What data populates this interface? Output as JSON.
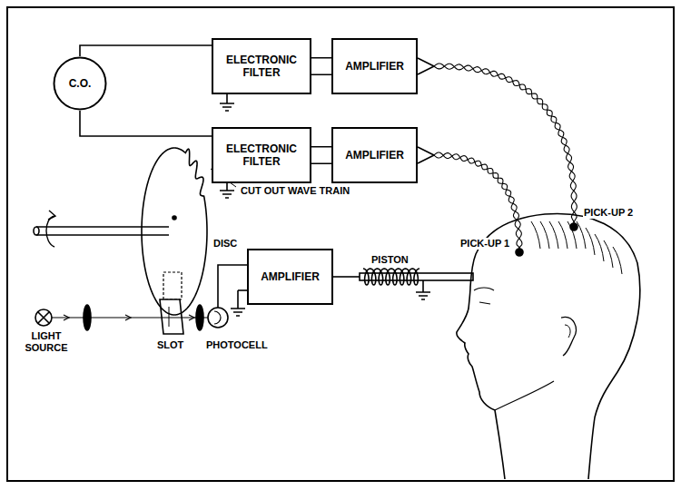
{
  "diagram": {
    "nodes": [
      {
        "text": [
          "C.O."
        ]
      },
      {
        "text": [
          "ELECTRONIC FILTER"
        ]
      },
      {
        "text": [
          "AMPLIFIER"
        ]
      },
      {
        "text": [
          "ELECTRONIC FILTER"
        ]
      },
      {
        "text": [
          "AMPLIFIER"
        ]
      },
      {
        "text": [
          "AMPLIFIER"
        ]
      }
    ],
    "edges": [
      {
        "from": 0,
        "to": 1,
        "arrow": "none"
      },
      {
        "from": 0,
        "to": 3,
        "arrow": "none"
      },
      {
        "from": 1,
        "to": 2,
        "arrow": "none"
      },
      {
        "from": 3,
        "to": 4,
        "arrow": "none"
      }
    ],
    "labels": [
      "CUT OUT WAVE TRAIN",
      "DISC",
      "LIGHT SOURCE",
      "SLOT",
      "PHOTOCELL",
      "PISTON",
      "PICK-UP 1",
      "PICK-UP 2"
    ]
  }
}
